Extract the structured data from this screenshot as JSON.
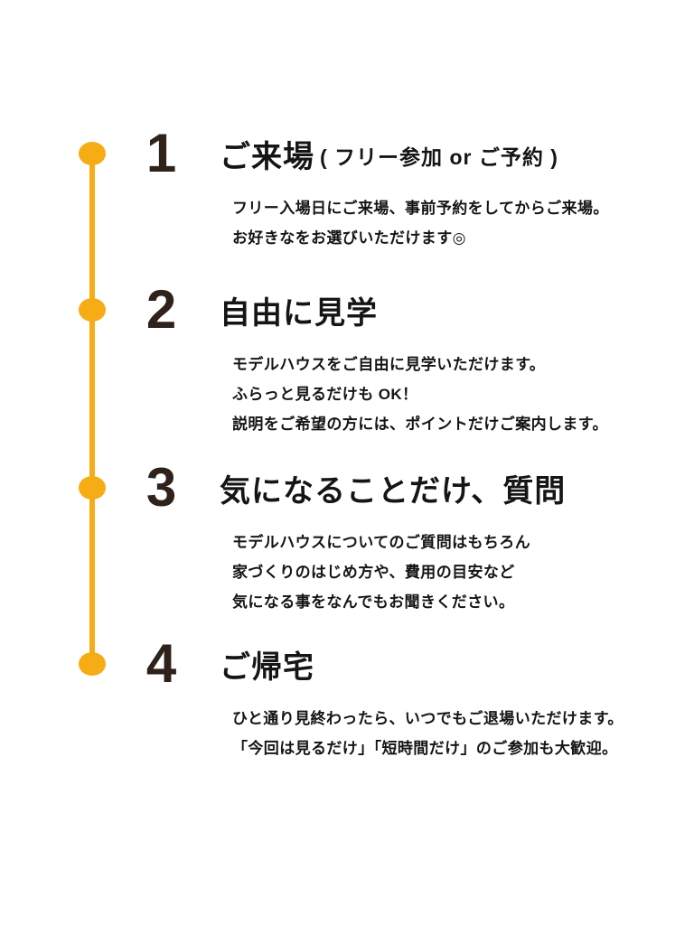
{
  "page": {
    "background": "#ffffff",
    "accent_color": "#F6AC15",
    "number_color": "#2E221B",
    "text_color": "#151515"
  },
  "timeline": {
    "steps": [
      {
        "number": "1",
        "title": "ご来場",
        "title_note": "( フリー参加 or ご予約 )",
        "description": "フリー入場日にご来場、事前予約をしてからご来場。\nお好きなをお選びいただけます◎"
      },
      {
        "number": "2",
        "title": "自由に見学",
        "title_note": "",
        "description": "モデルハウスをご自由に見学いただけます。\nふらっと見るだけも OK！\n説明をご希望の方には、ポイントだけご案内します。"
      },
      {
        "number": "3",
        "title": "気になることだけ、質問",
        "title_note": "",
        "description": "モデルハウスについてのご質問はもちろん\n家づくりのはじめ方や、費用の目安など\n気になる事をなんでもお聞きください。"
      },
      {
        "number": "4",
        "title": "ご帰宅",
        "title_note": "",
        "description": "ひと通り見終わったら、いつでもご退場いただけます。\n「今回は見るだけ」「短時間だけ」のご参加も大歓迎。"
      }
    ]
  }
}
